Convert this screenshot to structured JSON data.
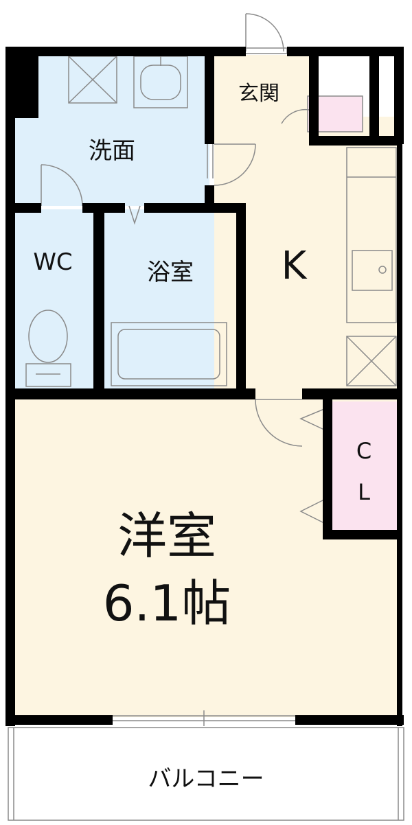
{
  "labels": {
    "senmen": "洗面",
    "genkan": "玄関",
    "wc": "WC",
    "yokushitsu": "浴室",
    "kitchen": "K",
    "closet_top": "C",
    "closet_bottom": "L",
    "yoshitsu": "洋室",
    "yoshitsu_size": "6.1帖",
    "balcony": "バルコニー"
  },
  "colors": {
    "wet_area": "#dff0fb",
    "living_area": "#fdf5e1",
    "closet": "#fbe3ef",
    "wall": "#000000",
    "fixture_line": "#8a8a8a"
  }
}
